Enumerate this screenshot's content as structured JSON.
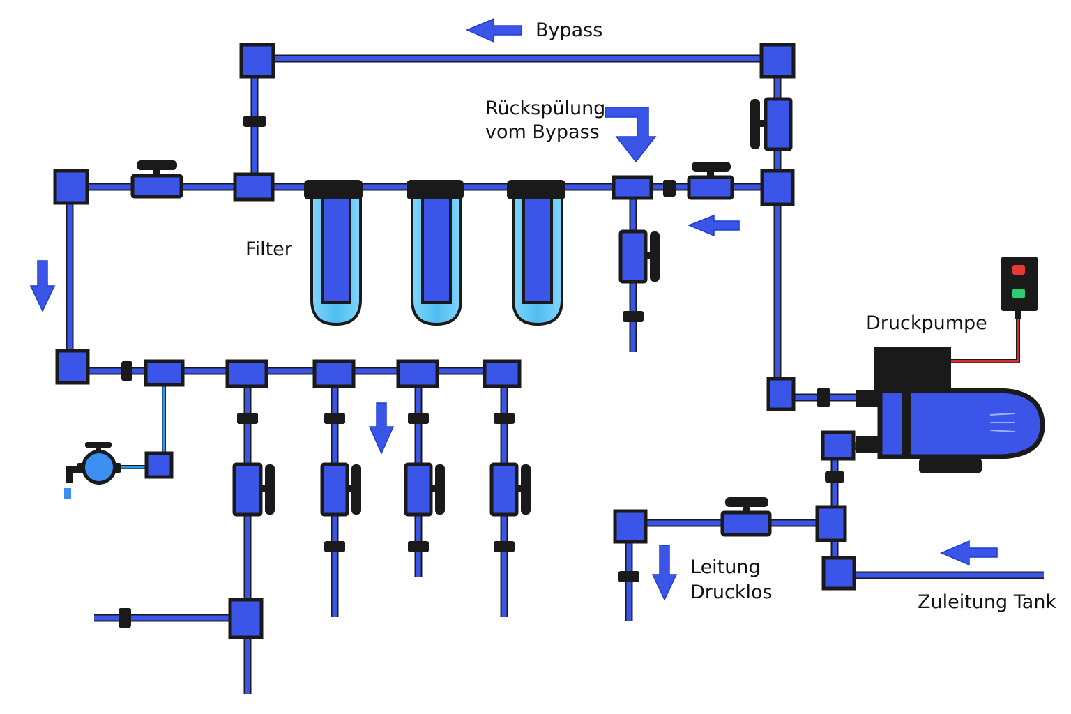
{
  "labels": {
    "bypass": "Bypass",
    "backflush_line1": "Rückspülung",
    "backflush_line2": "vom Bypass",
    "filter": "Filter",
    "pressure_pump": "Druckpumpe",
    "unpressurized_line1": "Leitung",
    "unpressurized_line2": "Drucklos",
    "tank_supply": "Zuleitung Tank"
  },
  "colors": {
    "pipe": "#3a55e8",
    "outline": "#1a1a1a",
    "filter_glass": "#5ec8f5",
    "indicator_red": "#e53935",
    "indicator_green": "#2ecc71",
    "cable": "#d32f2f"
  },
  "components": {
    "filter_count": 3,
    "control_box_lights": [
      "red",
      "green"
    ]
  }
}
